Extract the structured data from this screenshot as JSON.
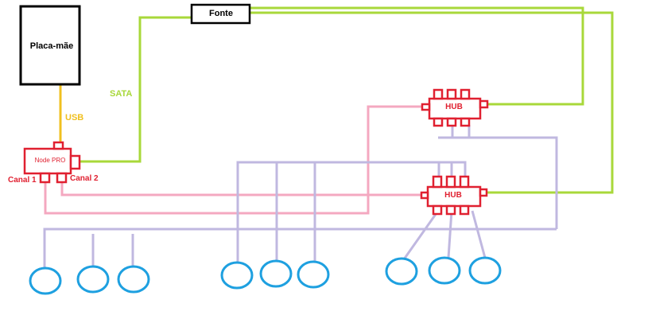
{
  "colors": {
    "power": "#a8d83a",
    "usb": "#f0c020",
    "data": "#f4a8c0",
    "led": "#c0b8e0",
    "device": "#e02030",
    "fan": "#1ea0e0",
    "box": "#000000"
  },
  "labels": {
    "motherboard": "Placa-mãe",
    "psu": "Fonte",
    "sata": "SATA",
    "usb": "USB",
    "node_pro": "Node PRO",
    "channel1": "Canal 1",
    "channel2": "Canal 2",
    "hub1": "HUB",
    "hub2": "HUB"
  },
  "fans": {
    "count": 9
  }
}
